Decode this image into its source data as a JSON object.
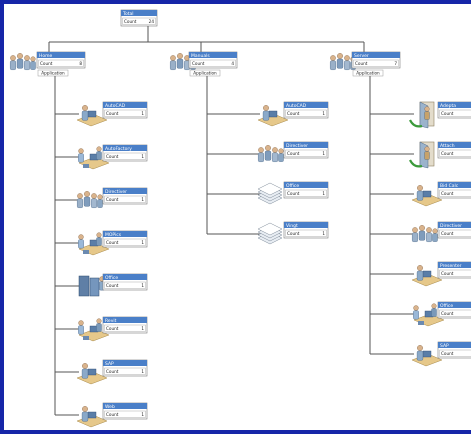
{
  "root": {
    "title": "Total",
    "count_label": "Count",
    "count": "24"
  },
  "groups": [
    {
      "title": "Home",
      "count_label": "Count",
      "count": "8",
      "tag": "Application",
      "children": [
        {
          "title": "AutoCAD",
          "count_label": "Count",
          "count": "1",
          "icon": "desk-user-icon"
        },
        {
          "title": "AutoFactory",
          "count_label": "Count",
          "count": "1",
          "icon": "team-desk-icon"
        },
        {
          "title": "Directiver",
          "count_label": "Count",
          "count": "1",
          "icon": "group-of-people-icon"
        },
        {
          "title": "MOPics",
          "count_label": "Count",
          "count": "1",
          "icon": "team-desk-icon"
        },
        {
          "title": "Office",
          "count_label": "Count",
          "count": "1",
          "icon": "server-user-icon"
        },
        {
          "title": "Revit",
          "count_label": "Count",
          "count": "1",
          "icon": "team-desk-icon"
        },
        {
          "title": "SAP",
          "count_label": "Count",
          "count": "1",
          "icon": "desk-user-icon"
        },
        {
          "title": "Web",
          "count_label": "Count",
          "count": "1",
          "icon": "desk-user-icon"
        }
      ]
    },
    {
      "title": "Manuals",
      "count_label": "Count",
      "count": "4",
      "tag": "Application",
      "children": [
        {
          "title": "AutoCAD",
          "count_label": "Count",
          "count": "1",
          "icon": "desk-user-icon"
        },
        {
          "title": "Directiver",
          "count_label": "Count",
          "count": "1",
          "icon": "group-of-people-icon"
        },
        {
          "title": "Office",
          "count_label": "Count",
          "count": "1",
          "icon": "document-stack-icon"
        },
        {
          "title": "Vingt",
          "count_label": "Count",
          "count": "1",
          "icon": "document-stack-icon"
        }
      ]
    },
    {
      "title": "Server",
      "count_label": "Count",
      "count": "7",
      "tag": "Application",
      "children": [
        {
          "title": "Adepta",
          "count_label": "Count",
          "count": "1",
          "icon": "door-exit-icon"
        },
        {
          "title": "Attach",
          "count_label": "Count",
          "count": "1",
          "icon": "door-exit-icon"
        },
        {
          "title": "Bid Calc",
          "count_label": "Count",
          "count": "1",
          "icon": "desk-user-icon"
        },
        {
          "title": "Directiver",
          "count_label": "Count",
          "count": "1",
          "icon": "group-of-people-icon"
        },
        {
          "title": "Presenter",
          "count_label": "Count",
          "count": "1",
          "icon": "desk-user-icon"
        },
        {
          "title": "Office",
          "count_label": "Count",
          "count": "1",
          "icon": "team-desk-icon"
        },
        {
          "title": "SAP",
          "count_label": "Count",
          "count": "1",
          "icon": "desk-user-icon"
        }
      ]
    }
  ],
  "colors": {
    "frame": "#1626a8",
    "header": "#4a7fc8",
    "line": "#555555",
    "border": "#7a7a7a"
  }
}
